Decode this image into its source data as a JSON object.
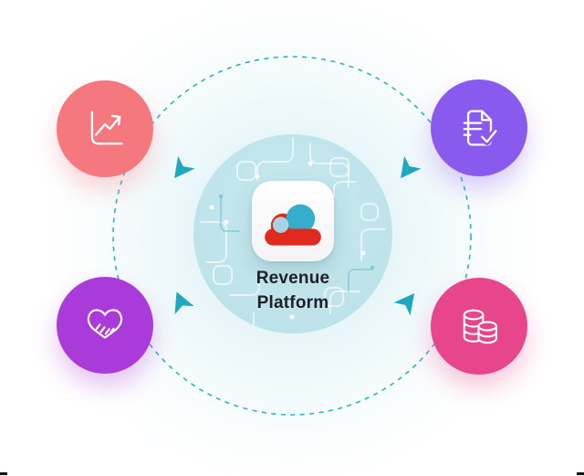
{
  "center": {
    "label_line1": "Revenue",
    "label_line2": "Platform",
    "logo_icon": "cloud-logo",
    "hub_fill": "#BFE4EB"
  },
  "nodes": [
    {
      "icon": "line-chart-icon",
      "position": "top-left",
      "color": "#F5787E"
    },
    {
      "icon": "document-check-icon",
      "position": "top-right",
      "color": "#8A5AEF"
    },
    {
      "icon": "handshake-icon",
      "position": "bottom-left",
      "color": "#AB3ADB"
    },
    {
      "icon": "database-coins-icon",
      "position": "bottom-right",
      "color": "#E8468C"
    }
  ],
  "ring": {
    "style": "dashed",
    "color": "#2FB2C6"
  },
  "arrows": {
    "icon": "triangle-cursor-icon",
    "count": 4,
    "color": "#1FA7C0"
  },
  "palette": {
    "logo_red": "#E02A1E",
    "logo_teal": "#35AECB",
    "logo_light_blue": "#A9D2E4",
    "text": "#20202A",
    "background": "#FFFFFF",
    "circuit_line": "#FFFFFF"
  }
}
